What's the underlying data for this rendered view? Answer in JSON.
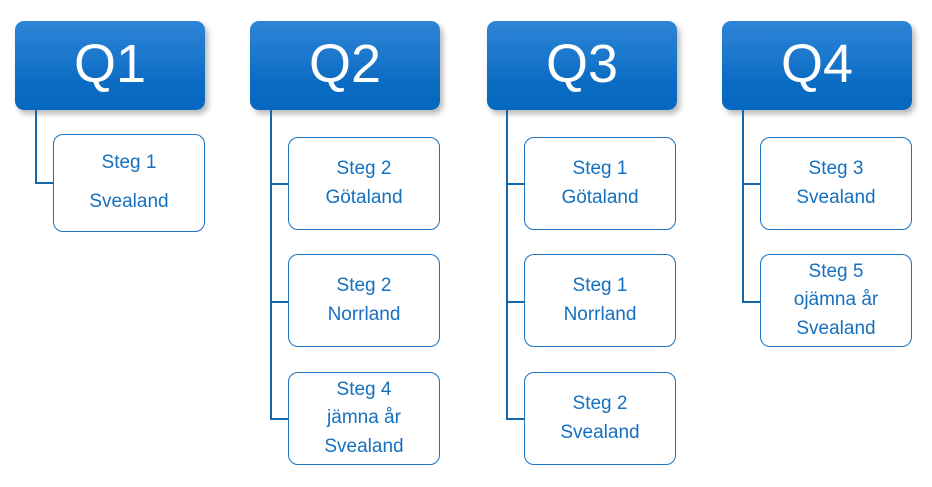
{
  "diagram": {
    "type": "org-tree",
    "title": "",
    "colors": {
      "header_gradient_top": "#2f84d6",
      "header_gradient_bottom": "#0567bf",
      "header_text": "#ffffff",
      "box_border": "#1b73c1",
      "box_text": "#1570c0",
      "connector": "#1267ae",
      "background": "#ffffff"
    },
    "columns": [
      {
        "id": "q1",
        "header": "Q1",
        "children": [
          {
            "lines": [
              "Steg 1",
              "Svealand"
            ]
          }
        ]
      },
      {
        "id": "q2",
        "header": "Q2",
        "children": [
          {
            "lines": [
              "Steg 2",
              "Götaland"
            ]
          },
          {
            "lines": [
              "Steg 2",
              "Norrland"
            ]
          },
          {
            "lines": [
              "Steg 4",
              "jämna år",
              "Svealand"
            ]
          }
        ]
      },
      {
        "id": "q3",
        "header": "Q3",
        "children": [
          {
            "lines": [
              "Steg 1",
              "Götaland"
            ]
          },
          {
            "lines": [
              "Steg 1",
              "Norrland"
            ]
          },
          {
            "lines": [
              "Steg 2",
              "Svealand"
            ]
          }
        ]
      },
      {
        "id": "q4",
        "header": "Q4",
        "children": [
          {
            "lines": [
              "Steg 3",
              "Svealand"
            ]
          },
          {
            "lines": [
              "Steg 5",
              "ojämna år",
              "Svealand"
            ]
          }
        ]
      }
    ]
  }
}
